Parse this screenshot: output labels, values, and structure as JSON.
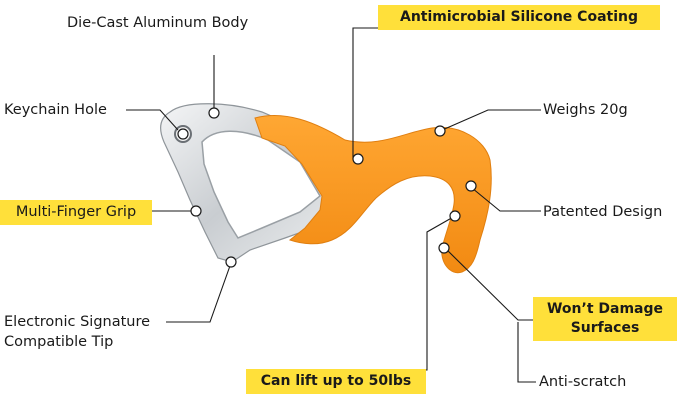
{
  "labels": {
    "body": "Die-Cast Aluminum Body",
    "coating": "Antimicrobial Silicone Coating",
    "keychain": "Keychain Hole",
    "weight": "Weighs 20g",
    "grip": "Multi-Finger Grip",
    "patent": "Patented Design",
    "tip_line1": "Electronic Signature",
    "tip_line2": "Compatible Tip",
    "damage_line1": "Won’t Damage",
    "damage_line2": "Surfaces",
    "lift": "Can lift up to 50lbs",
    "scratch": "Anti-scratch"
  },
  "colors": {
    "orange": "#f7931e",
    "aluminum": "#d7dadd",
    "highlight": "#ffe03a",
    "text": "#1a1a1a"
  }
}
